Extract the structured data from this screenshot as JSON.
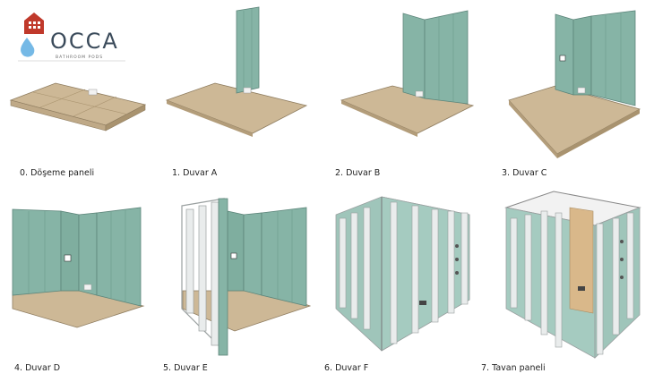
{
  "brand": {
    "name": "OCCA",
    "tagline": "BATHROOM PODS",
    "colors": {
      "house": "#c0392b",
      "drop": "#5dade2",
      "text": "#3a4a5a"
    }
  },
  "steps": [
    {
      "label": "0. Döşeme paneli"
    },
    {
      "label": "1. Duvar A"
    },
    {
      "label": "2. Duvar B"
    },
    {
      "label": "3. Duvar C"
    },
    {
      "label": "4. Duvar D"
    },
    {
      "label": "5. Duvar E"
    },
    {
      "label": "6. Duvar F"
    },
    {
      "label": "7. Tavan paneli"
    }
  ],
  "colors": {
    "floor": "#cdb896",
    "floor_edge": "#8f7d60",
    "wall": "#86b4a6",
    "wall_dark": "#6e9c8e",
    "frame": "#e9ecec",
    "frame_edge": "#9aa0a0",
    "wood": "#d9b88a"
  }
}
